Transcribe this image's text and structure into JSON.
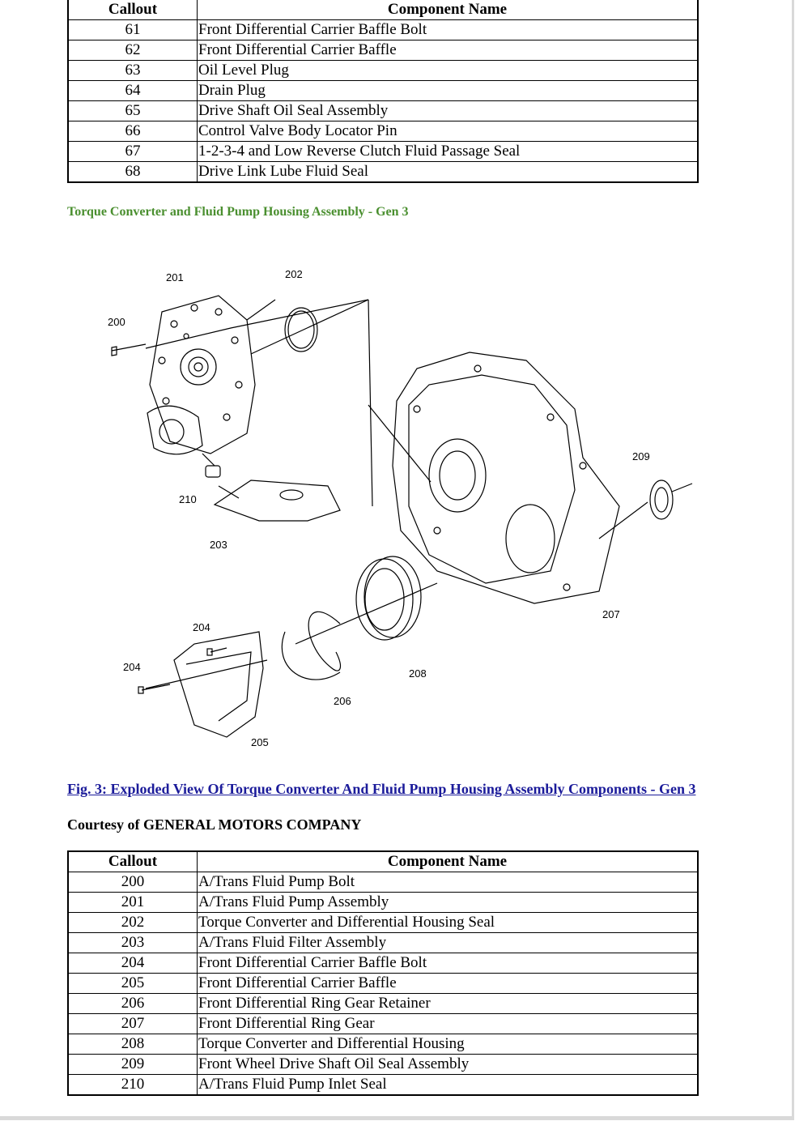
{
  "table_top": {
    "headers": [
      "Callout",
      "Component Name"
    ],
    "rows": [
      [
        "61",
        "Front Differential Carrier Baffle Bolt"
      ],
      [
        "62",
        "Front Differential Carrier Baffle"
      ],
      [
        "63",
        "Oil Level Plug"
      ],
      [
        "64",
        "Drain Plug"
      ],
      [
        "65",
        "Drive Shaft Oil Seal Assembly"
      ],
      [
        "66",
        "Control Valve Body Locator Pin"
      ],
      [
        "67",
        "1-2-3-4 and Low Reverse Clutch Fluid Passage Seal"
      ],
      [
        "68",
        "Drive Link Lube Fluid Seal"
      ]
    ]
  },
  "section_heading": "Torque Converter and Fluid Pump Housing Assembly - Gen 3",
  "diagram_callouts": [
    "200",
    "201",
    "202",
    "203",
    "204",
    "204",
    "205",
    "206",
    "207",
    "208",
    "209",
    "210"
  ],
  "figure_caption": "Fig. 3: Exploded View Of Torque Converter And Fluid Pump Housing Assembly Components - Gen 3",
  "courtesy": "Courtesy of GENERAL MOTORS COMPANY",
  "table_bottom": {
    "headers": [
      "Callout",
      "Component Name"
    ],
    "rows": [
      [
        "200",
        "A/Trans Fluid Pump Bolt"
      ],
      [
        "201",
        "A/Trans Fluid Pump Assembly"
      ],
      [
        "202",
        "Torque Converter and Differential Housing Seal"
      ],
      [
        "203",
        "A/Trans Fluid Filter Assembly"
      ],
      [
        "204",
        "Front Differential Carrier Baffle Bolt"
      ],
      [
        "205",
        "Front Differential Carrier Baffle"
      ],
      [
        "206",
        "Front Differential Ring Gear Retainer"
      ],
      [
        "207",
        "Front Differential Ring Gear"
      ],
      [
        "208",
        "Torque Converter and Differential Housing"
      ],
      [
        "209",
        "Front Wheel Drive Shaft Oil Seal Assembly"
      ],
      [
        "210",
        "A/Trans Fluid Pump Inlet Seal"
      ]
    ]
  }
}
